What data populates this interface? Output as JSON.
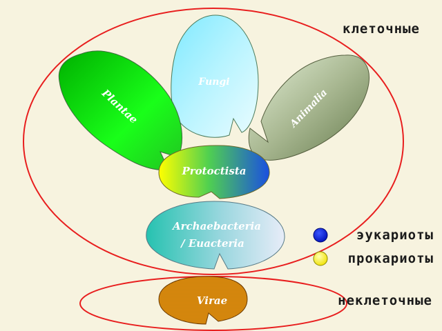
{
  "diagram": {
    "nodes": {
      "fungi": "Fungi",
      "plantae": "Plantae",
      "animalia": "Animalia",
      "protoctista": "Protoctista",
      "archaebacteria_line1": "Archaebacteria",
      "archaebacteria_line2": "/ Euacteria",
      "virae": "Virae"
    },
    "groups": {
      "cellular": "клеточные",
      "noncellular": "неклеточные"
    },
    "legend": [
      {
        "label": "эукариоты",
        "color": "#0a1fd6"
      },
      {
        "label": "прокариоты",
        "color": "#ffff00"
      }
    ],
    "outline_color": "#e81e1e"
  }
}
